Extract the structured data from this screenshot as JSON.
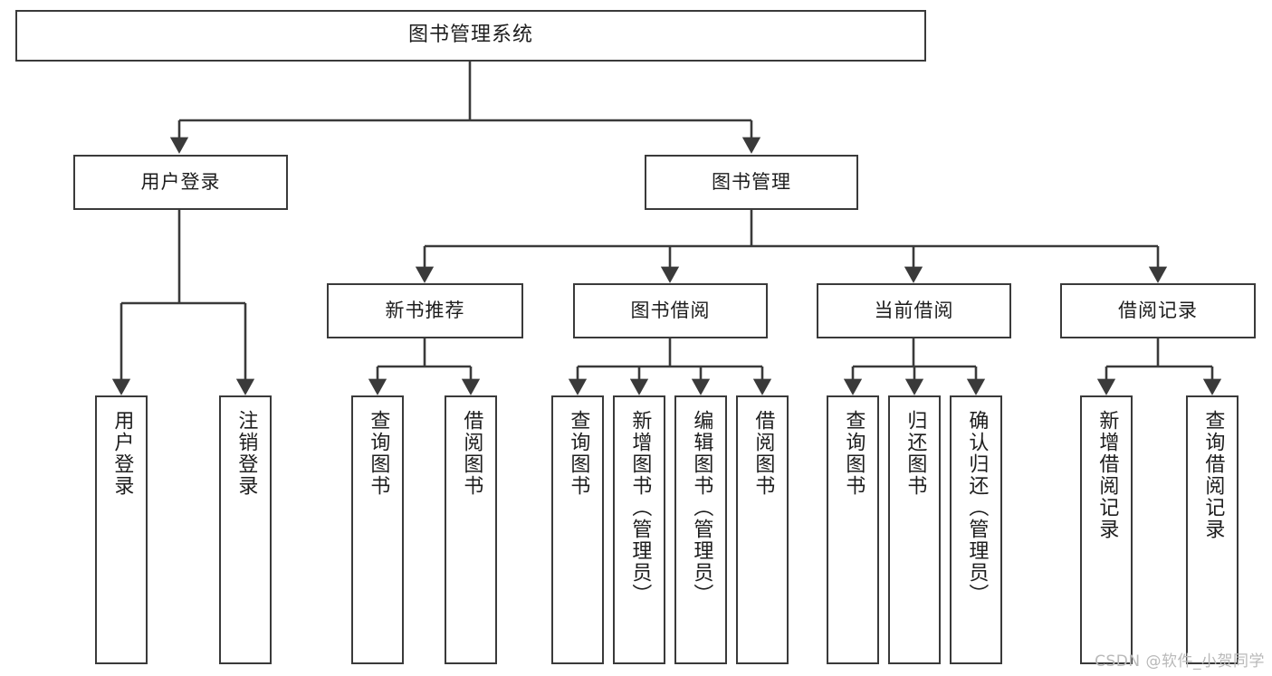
{
  "diagram": {
    "title_node": {
      "label": "图书管理系统"
    },
    "level1": [
      {
        "label": "用户登录"
      },
      {
        "label": "图书管理"
      }
    ],
    "level2": [
      {
        "label": "新书推荐"
      },
      {
        "label": "图书借阅"
      },
      {
        "label": "当前借阅"
      },
      {
        "label": "借阅记录"
      }
    ],
    "leaves_user_login": [
      {
        "label": "用户登录"
      },
      {
        "label": "注销登录"
      }
    ],
    "leaves_new_book": [
      {
        "label": "查询图书"
      },
      {
        "label": "借阅图书"
      }
    ],
    "leaves_borrow": [
      {
        "label": "查询图书"
      },
      {
        "label": "新增图书（管理员）"
      },
      {
        "label": "编辑图书（管理员）"
      },
      {
        "label": "借阅图书"
      }
    ],
    "leaves_current": [
      {
        "label": "查询图书"
      },
      {
        "label": "归还图书"
      },
      {
        "label": "确认归还（管理员）"
      }
    ],
    "leaves_records": [
      {
        "label": "新增借阅记录"
      },
      {
        "label": "查询借阅记录"
      }
    ],
    "watermark": "CSDN @软件_小贺同学",
    "colors": {
      "border": "#3a3a3a",
      "connector": "#3a3a3a",
      "background": "#ffffff",
      "text": "#1d1d1d",
      "watermark": "#b9b9b9"
    }
  }
}
